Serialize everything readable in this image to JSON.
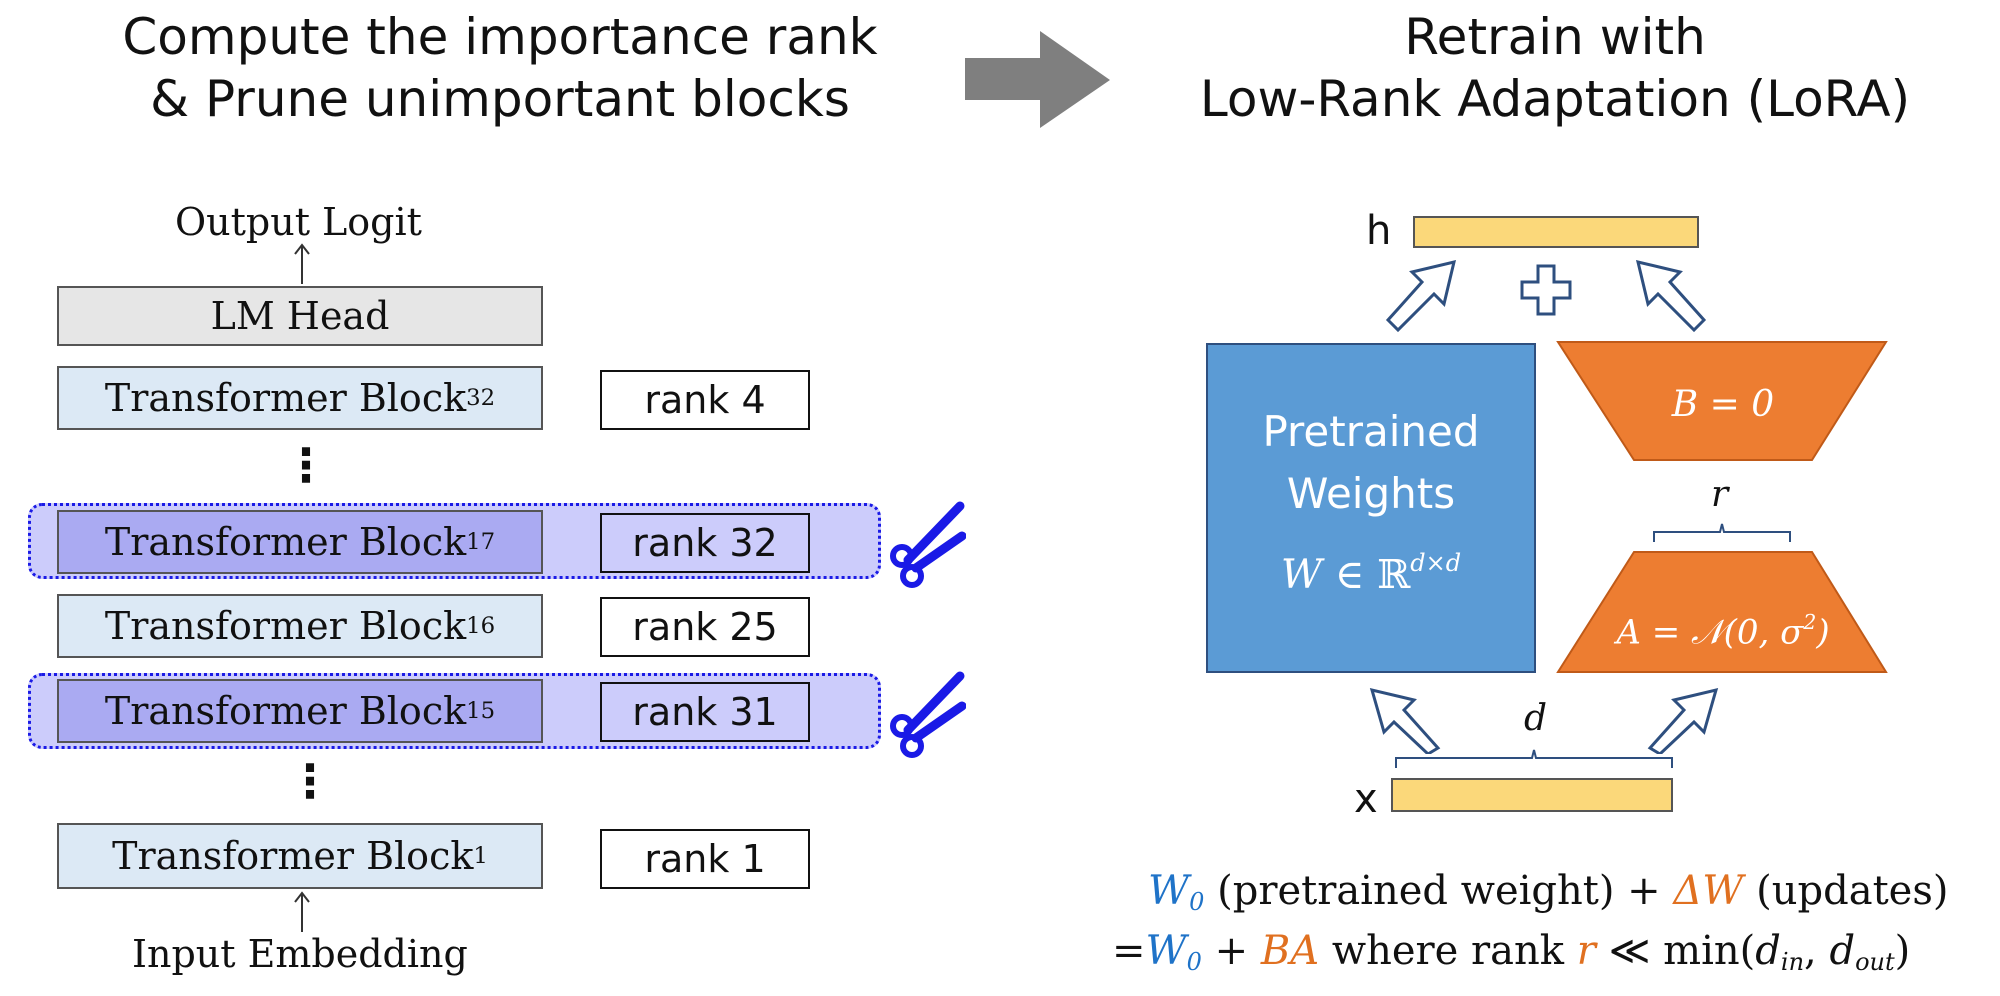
{
  "left_title": {
    "line1": "Compute the importance rank",
    "line2": "& Prune unimportant blocks"
  },
  "right_title": {
    "line1": "Retrain with",
    "line2": "Low-Rank Adaptation (LoRA)"
  },
  "stack": {
    "output_label": "Output Logit",
    "head_label": "LM Head",
    "input_label": "Input Embedding",
    "block_name": "Transformer Block",
    "ellipsis": "⋮",
    "blocks": [
      {
        "index": "32",
        "rank": "rank 4",
        "pruned": false
      },
      {
        "index": "17",
        "rank": "rank 32",
        "pruned": true
      },
      {
        "index": "16",
        "rank": "rank 25",
        "pruned": false
      },
      {
        "index": "15",
        "rank": "rank 31",
        "pruned": true
      },
      {
        "index": "1",
        "rank": "rank 1",
        "pruned": false
      }
    ]
  },
  "lora": {
    "h_label": "h",
    "x_label": "x",
    "plus": "+",
    "pretrained_line1": "Pretrained",
    "pretrained_line2": "Weights",
    "w_symbol": "W",
    "w_in": "∈",
    "w_space": "ℝ",
    "w_dims": "d×d",
    "b_label": "B = 0",
    "a_label": "A = 𝒩(0, σ",
    "a_exp": "2",
    "a_close": ")",
    "r_label": "r",
    "d_label": "d"
  },
  "formula": {
    "w0": "W",
    "w0_sub": "0",
    "pre": "(pretrained weight) +",
    "dw": "ΔW",
    "upd": "(updates)",
    "eq": "=",
    "plus": "+",
    "ba": "BA",
    "where": "where rank",
    "r": "r",
    "ll": "≪ min(",
    "d": "d",
    "d_in": "in",
    "comma": ",",
    "d_out": "out",
    "close": ")"
  },
  "colors": {
    "block_fill": "#dce9f5",
    "pruned_fill": "#aaaaf2",
    "pruned_border": "#1a1ae6",
    "pretrained_fill": "#5b9bd5",
    "lora_fill": "#ed7d31",
    "io_fill": "#fbd87a",
    "accent_blue": "#1f73c8",
    "accent_orange": "#e07020"
  }
}
